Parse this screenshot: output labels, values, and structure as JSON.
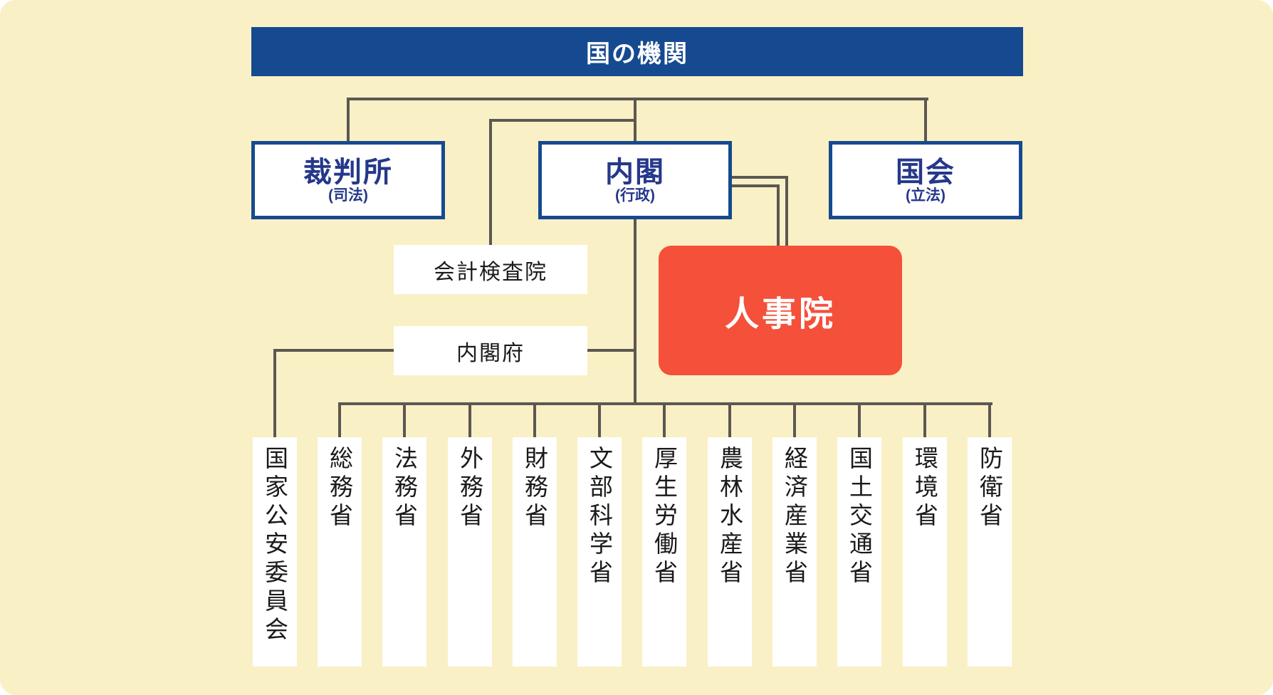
{
  "page": {
    "title": "国の機関"
  },
  "colors": {
    "card_background": "#FAF0C6",
    "banner_blue": "#164A90",
    "branch_border_blue": "#164A90",
    "branch_text_blue": "#25388B",
    "accent_orange": "#F4503A",
    "connector_gray": "#5C5751",
    "box_white": "#FFFFFF",
    "text_black": "#1A1A1A"
  },
  "branches": [
    {
      "title": "裁判所",
      "subtitle": "(司法)"
    },
    {
      "title": "内閣",
      "subtitle": "(行政)"
    },
    {
      "title": "国会",
      "subtitle": "(立法)"
    }
  ],
  "organs": {
    "audit_board": "会計検査院",
    "cabinet_office": "内閣府",
    "npa": "人事院"
  },
  "ministries": [
    {
      "label": "国家公安委員会"
    },
    {
      "label": "総務省"
    },
    {
      "label": "法務省"
    },
    {
      "label": "外務省"
    },
    {
      "label": "財務省"
    },
    {
      "label": "文部科学省"
    },
    {
      "label": "厚生労働省"
    },
    {
      "label": "農林水産省"
    },
    {
      "label": "経済産業省"
    },
    {
      "label": "国土交通省"
    },
    {
      "label": "環境省"
    },
    {
      "label": "防衛省"
    }
  ]
}
